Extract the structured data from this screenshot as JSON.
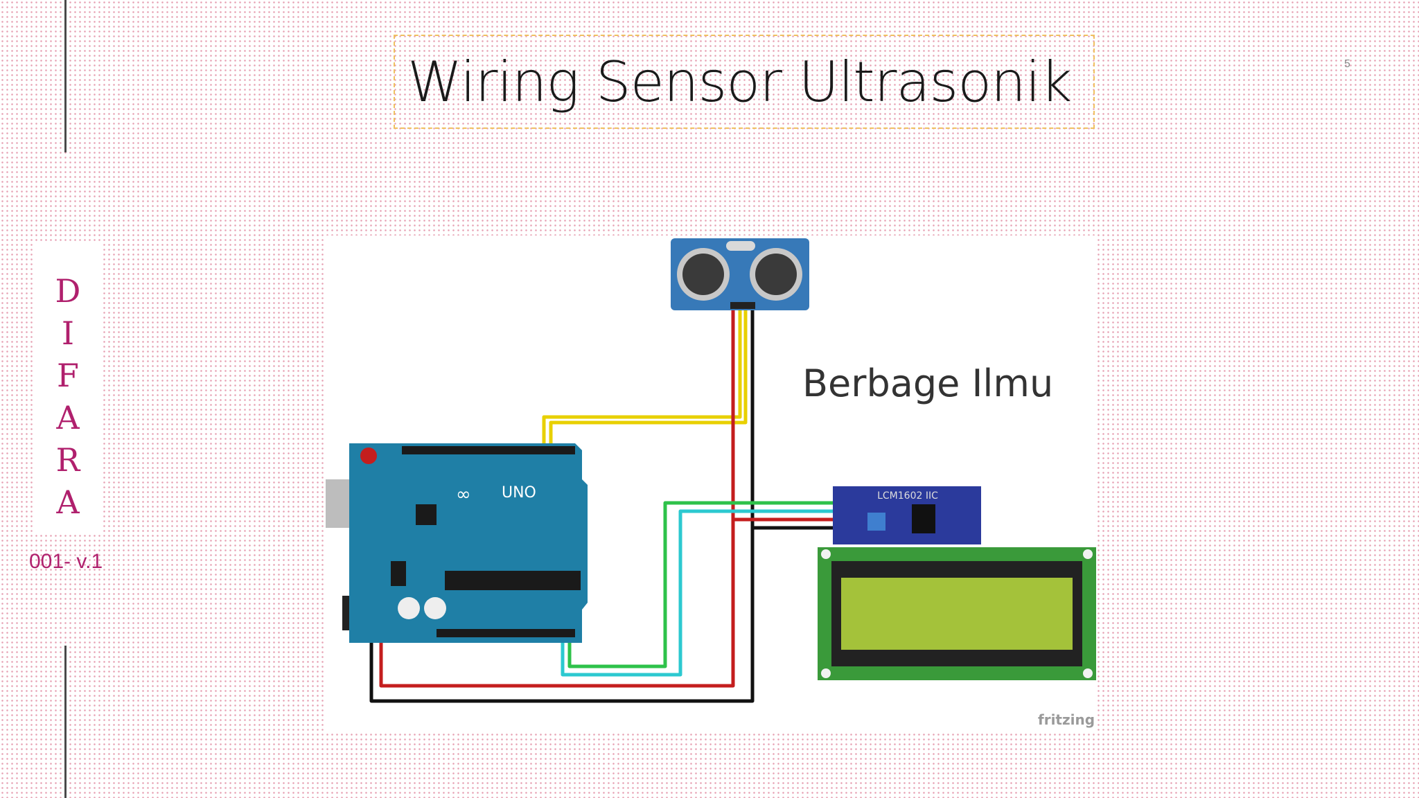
{
  "slide": {
    "title": "Wiring Sensor Ultrasonik",
    "page_number": "5"
  },
  "brand": {
    "letters": [
      "D",
      "I",
      "F",
      "A",
      "R",
      "A"
    ],
    "version": "001- v.1"
  },
  "diagram": {
    "caption": "Berbage Ilmu",
    "watermark": "fritzing",
    "board_label": "UNO",
    "lcd_label": "LCM1602 IIC",
    "colors": {
      "board": "#1f7fa6",
      "sensor": "#3779b8",
      "lcd_screen": "#a4c23a",
      "lcd_pcb": "#3a9a3a",
      "wire_yellow": "#e8d000",
      "wire_red": "#c41e1e",
      "wire_black": "#111111",
      "wire_green": "#2ec24a",
      "wire_cyan": "#2cc9d0"
    }
  }
}
